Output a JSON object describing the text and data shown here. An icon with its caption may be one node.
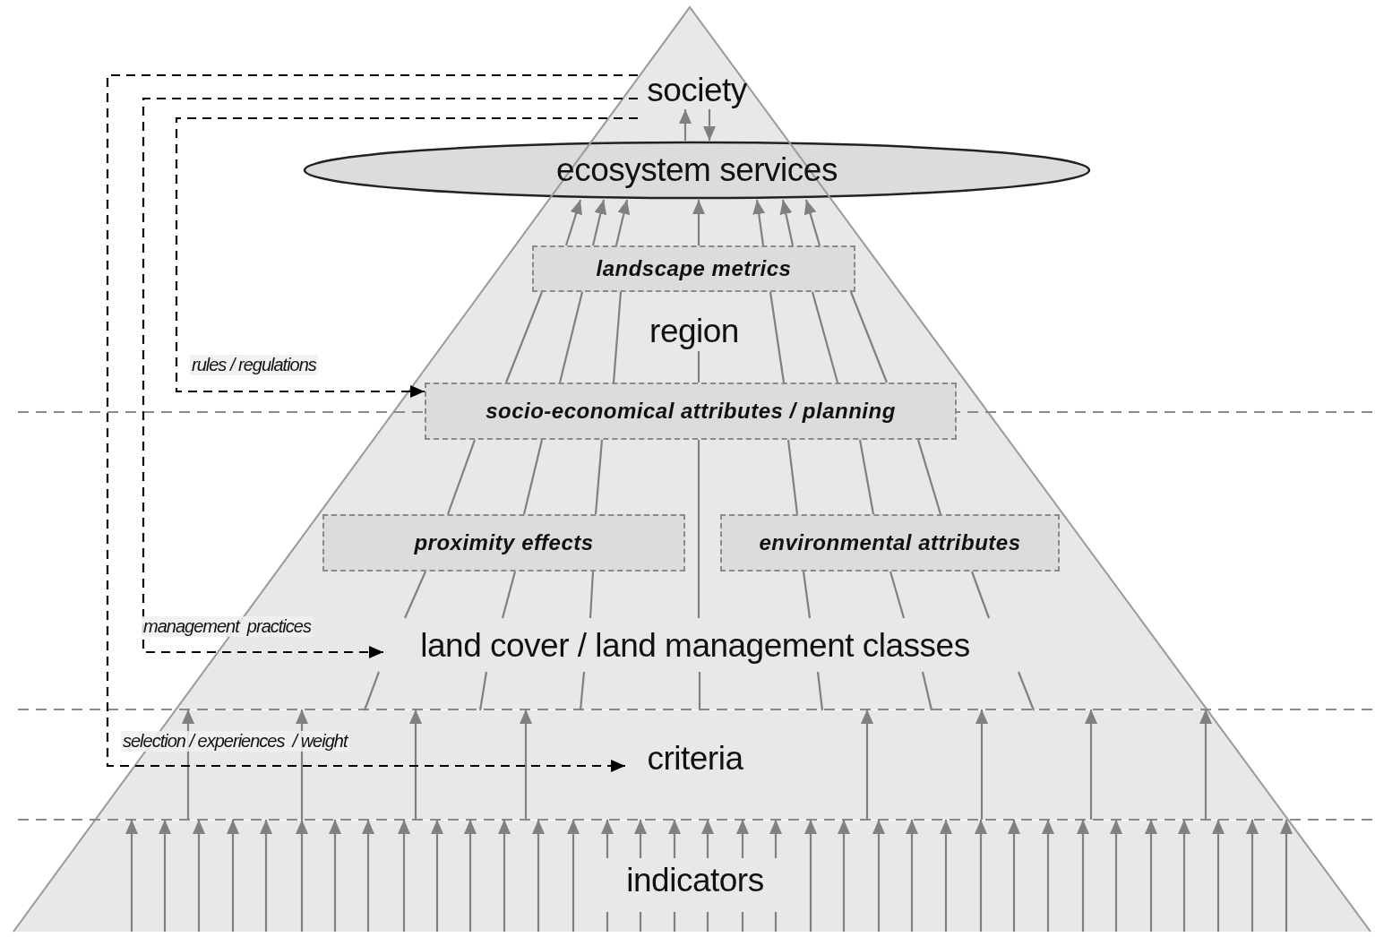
{
  "diagram": {
    "nodes": [
      {
        "text": [
          "society"
        ]
      },
      {
        "text": [
          "ecosystem services"
        ]
      },
      {
        "text": [
          "landscape metrics"
        ]
      },
      {
        "text": [
          "region"
        ]
      },
      {
        "text": [
          "socio-economical attributes / planning"
        ]
      },
      {
        "text": [
          "proximity effects"
        ]
      },
      {
        "text": [
          "environmental attributes"
        ]
      },
      {
        "text": [
          "land cover / land management classes"
        ]
      },
      {
        "text": [
          "criteria"
        ]
      },
      {
        "text": [
          "indicators"
        ]
      }
    ],
    "edges": [
      {
        "from": 1,
        "to": 0,
        "arrow": "to"
      },
      {
        "from": 0,
        "to": 1,
        "arrow": "to"
      },
      {
        "from": 2,
        "to": 1,
        "arrow": "to"
      },
      {
        "from": 2,
        "to": 1,
        "arrow": "to"
      },
      {
        "from": 2,
        "to": 1,
        "arrow": "to"
      },
      {
        "from": 2,
        "to": 1,
        "arrow": "to"
      },
      {
        "from": 2,
        "to": 1,
        "arrow": "to"
      },
      {
        "from": 2,
        "to": 1,
        "arrow": "to"
      },
      {
        "from": 2,
        "to": 1,
        "arrow": "to"
      },
      {
        "from": 4,
        "to": 2,
        "arrow": "none"
      },
      {
        "from": 4,
        "to": 2,
        "arrow": "none"
      },
      {
        "from": 4,
        "to": 2,
        "arrow": "none"
      },
      {
        "from": 4,
        "to": 2,
        "arrow": "none"
      },
      {
        "from": 4,
        "to": 2,
        "arrow": "none"
      },
      {
        "from": 4,
        "to": 2,
        "arrow": "none"
      },
      {
        "from": 4,
        "to": 3,
        "arrow": "none"
      },
      {
        "from": 5,
        "to": 4,
        "arrow": "none"
      },
      {
        "from": 5,
        "to": 4,
        "arrow": "none"
      },
      {
        "from": 5,
        "to": 4,
        "arrow": "none"
      },
      {
        "from": 6,
        "to": 4,
        "arrow": "none"
      },
      {
        "from": 6,
        "to": 4,
        "arrow": "none"
      },
      {
        "from": 6,
        "to": 4,
        "arrow": "none"
      },
      {
        "from": 7,
        "to": 4,
        "arrow": "none"
      },
      {
        "from": 7,
        "to": 5,
        "arrow": "none"
      },
      {
        "from": 7,
        "to": 5,
        "arrow": "none"
      },
      {
        "from": 7,
        "to": 5,
        "arrow": "none"
      },
      {
        "from": 7,
        "to": 6,
        "arrow": "none"
      },
      {
        "from": 7,
        "to": 6,
        "arrow": "none"
      },
      {
        "from": 7,
        "to": 6,
        "arrow": "none"
      },
      {
        "from": 8,
        "to": 7,
        "arrow": "none"
      },
      {
        "from": 8,
        "to": 7,
        "arrow": "none"
      },
      {
        "from": 8,
        "to": 7,
        "arrow": "none"
      },
      {
        "from": 8,
        "to": 7,
        "arrow": "none"
      },
      {
        "from": 8,
        "to": 7,
        "arrow": "none"
      },
      {
        "from": 8,
        "to": 7,
        "arrow": "none"
      },
      {
        "from": 8,
        "to": 7,
        "arrow": "none"
      },
      {
        "from": 8,
        "to": 7,
        "arrow": "to"
      },
      {
        "from": 8,
        "to": 7,
        "arrow": "to"
      },
      {
        "from": 8,
        "to": 7,
        "arrow": "to"
      },
      {
        "from": 8,
        "to": 7,
        "arrow": "to"
      },
      {
        "from": 8,
        "to": 7,
        "arrow": "to"
      },
      {
        "from": 8,
        "to": 7,
        "arrow": "to"
      },
      {
        "from": 8,
        "to": 7,
        "arrow": "to"
      },
      {
        "from": 8,
        "to": 7,
        "arrow": "to"
      },
      {
        "from": 9,
        "to": 8,
        "arrow": "to"
      },
      {
        "from": 9,
        "to": 8,
        "arrow": "to"
      },
      {
        "from": 9,
        "to": 8,
        "arrow": "to"
      },
      {
        "from": 9,
        "to": 8,
        "arrow": "to"
      },
      {
        "from": 9,
        "to": 8,
        "arrow": "to"
      },
      {
        "from": 9,
        "to": 8,
        "arrow": "to"
      },
      {
        "from": 9,
        "to": 8,
        "arrow": "to"
      },
      {
        "from": 9,
        "to": 8,
        "arrow": "to"
      },
      {
        "from": 9,
        "to": 8,
        "arrow": "to"
      },
      {
        "from": 9,
        "to": 8,
        "arrow": "to"
      },
      {
        "from": 9,
        "to": 8,
        "arrow": "to"
      },
      {
        "from": 9,
        "to": 8,
        "arrow": "to"
      },
      {
        "from": 9,
        "to": 8,
        "arrow": "to"
      },
      {
        "from": 9,
        "to": 8,
        "arrow": "to"
      },
      {
        "from": 9,
        "to": 8,
        "arrow": "to"
      },
      {
        "from": 9,
        "to": 8,
        "arrow": "to"
      },
      {
        "from": 9,
        "to": 8,
        "arrow": "to"
      },
      {
        "from": 9,
        "to": 8,
        "arrow": "to"
      },
      {
        "from": 9,
        "to": 8,
        "arrow": "to"
      },
      {
        "from": 9,
        "to": 8,
        "arrow": "to"
      },
      {
        "from": 9,
        "to": 8,
        "arrow": "to"
      },
      {
        "from": 9,
        "to": 8,
        "arrow": "to"
      },
      {
        "from": 9,
        "to": 8,
        "arrow": "to"
      },
      {
        "from": 9,
        "to": 8,
        "arrow": "to"
      },
      {
        "from": 9,
        "to": 8,
        "arrow": "to"
      },
      {
        "from": 9,
        "to": 8,
        "arrow": "to"
      },
      {
        "from": 9,
        "to": 8,
        "arrow": "to"
      },
      {
        "from": 9,
        "to": 8,
        "arrow": "to"
      },
      {
        "from": 9,
        "to": 8,
        "arrow": "to"
      },
      {
        "from": 9,
        "to": 8,
        "arrow": "to"
      },
      {
        "from": 9,
        "to": 8,
        "arrow": "to"
      },
      {
        "from": 9,
        "to": 8,
        "arrow": "to"
      },
      {
        "from": 9,
        "to": 8,
        "arrow": "to"
      },
      {
        "from": 9,
        "to": 8,
        "arrow": "to"
      },
      {
        "from": 9,
        "to": 8,
        "arrow": "to"
      },
      {
        "from": 0,
        "to": 4,
        "arrow": "to",
        "label": "rules / regulations",
        "style": "dashed",
        "color": "#000000"
      },
      {
        "from": 0,
        "to": 7,
        "arrow": "to",
        "label": "management  practices",
        "style": "dashed",
        "color": "#000000"
      },
      {
        "from": 0,
        "to": 8,
        "arrow": "to",
        "label": "selection / experiences  / weight",
        "style": "dashed",
        "color": "#000000"
      }
    ]
  }
}
